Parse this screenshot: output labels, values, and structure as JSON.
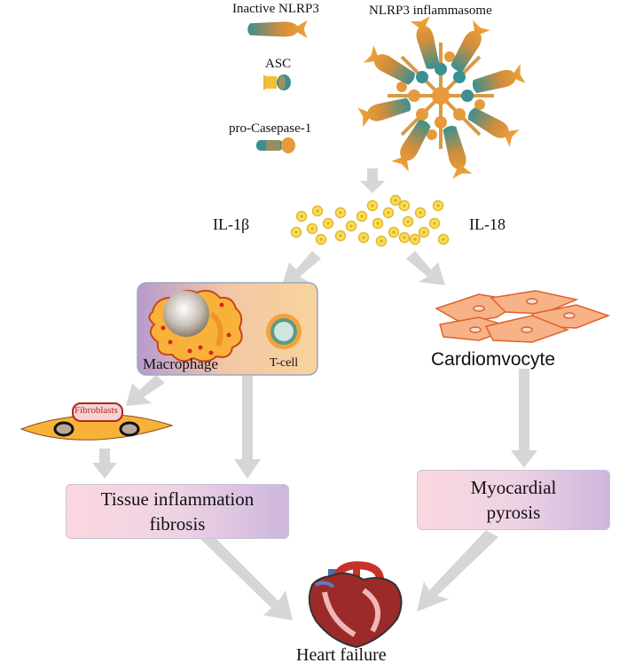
{
  "labels": {
    "inactive_nlrp3": "Inactive NLRP3",
    "nlrp3_inflammasome": "NLRP3 inflammasome",
    "asc": "ASC",
    "pro_casepase": "pro-Casepase-1",
    "il1b": "IL-1β",
    "il18": "IL-18",
    "macrophage": "Macrophage",
    "tcell": "T-cell",
    "fibroblasts": "Fibroblasts",
    "cardiomyocyte": "Cardiomvocyte",
    "heart_failure": "Heart failure"
  },
  "boxes": {
    "tissue": {
      "line1": "Tissue inflammation",
      "line2": "fibrosis"
    },
    "myocardial": {
      "line1": "Myocardial",
      "line2": "pyrosis"
    }
  },
  "colors": {
    "teal": "#3b8e8e",
    "orange": "#f5a623",
    "arrow": "#d6d6d6",
    "cardio": "#f4a77c",
    "fibro": "#f8b23a"
  }
}
